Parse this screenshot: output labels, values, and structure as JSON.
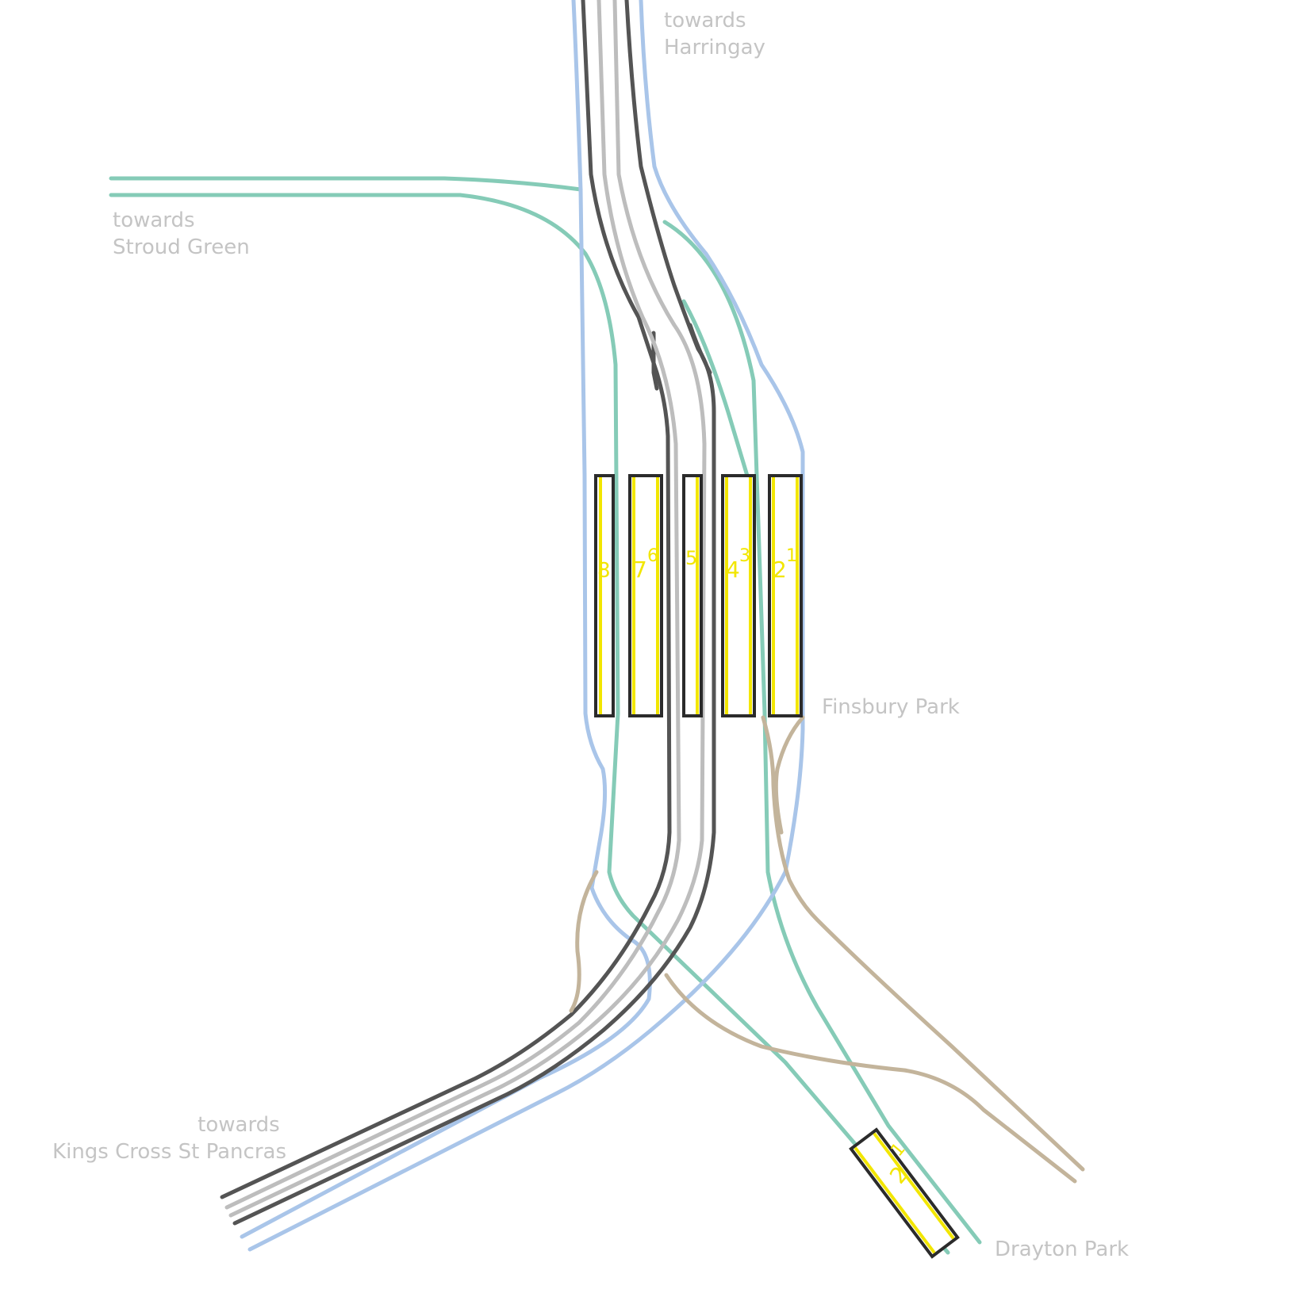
{
  "colors": {
    "background": "#ffffff",
    "dark_track": "#545454",
    "grey_track": "#bdbdbd",
    "blue_track": "#a9c5e9",
    "green_track": "#85cbb7",
    "tan_track": "#c3b49b",
    "platform_outline": "#2b2b2b",
    "platform_edge": "#f2e600",
    "label_text": "#c4c4c4"
  },
  "labels": {
    "harringay": [
      "towards",
      "Harringay"
    ],
    "stroud_green": [
      "towards",
      "Stroud Green"
    ],
    "kings_cross": [
      "towards",
      "Kings Cross St Pancras"
    ],
    "finsbury_park": "Finsbury Park",
    "drayton_park": "Drayton Park"
  },
  "finsbury_platforms": {
    "p8": "8",
    "p7": "7",
    "p6": "6",
    "p5": "5",
    "p4": "4",
    "p3": "3",
    "p2": "2",
    "p1": "1"
  },
  "drayton_platforms": {
    "p2": "2",
    "p1": "1"
  }
}
